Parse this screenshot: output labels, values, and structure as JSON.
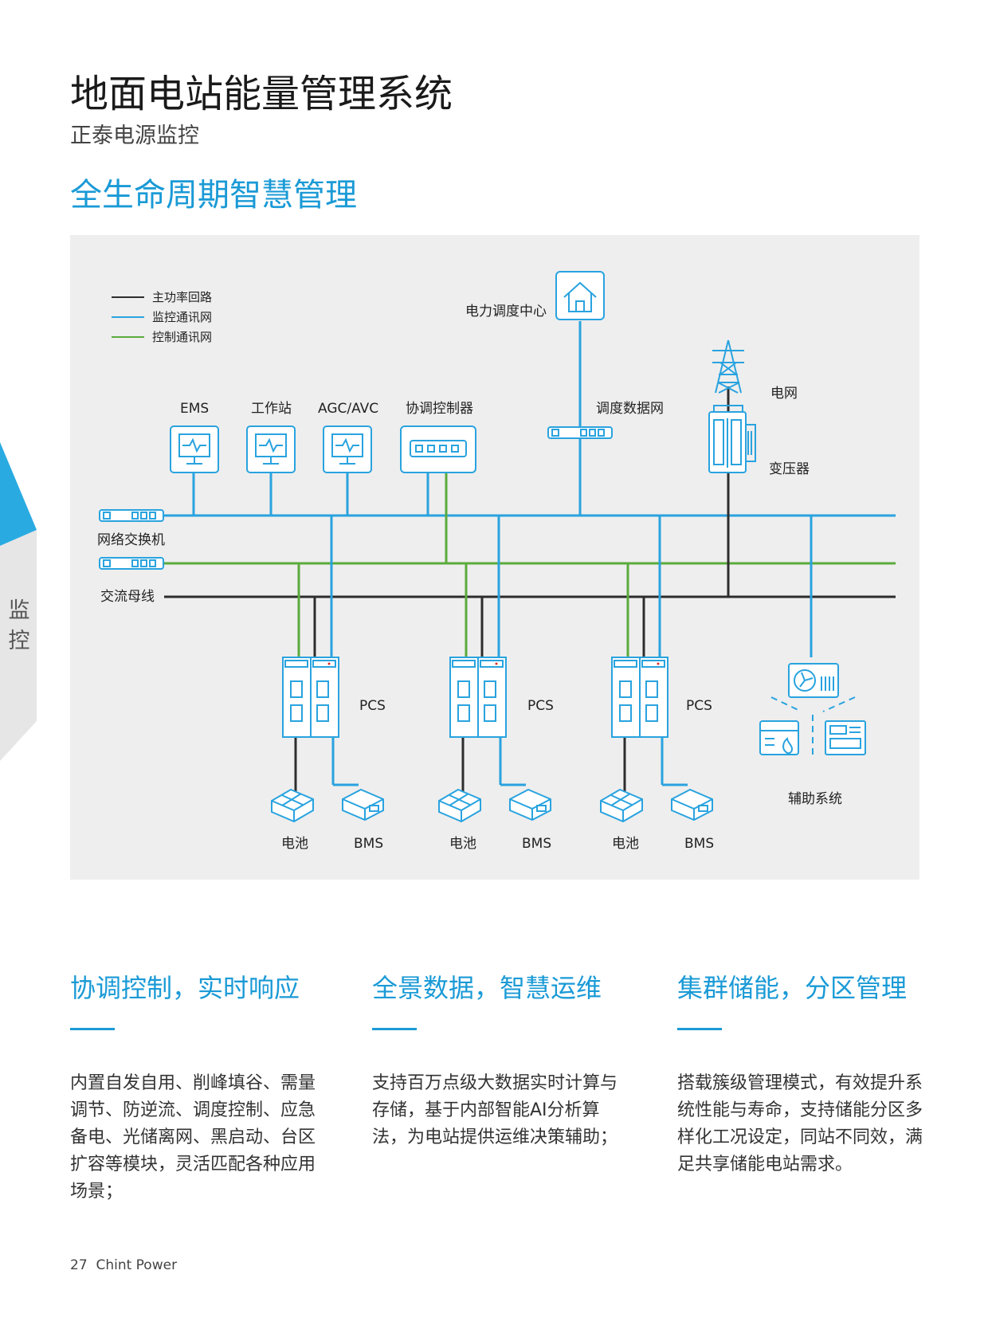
{
  "header": {
    "title": "地面电站能量管理系统",
    "subtitle": "正泰电源监控",
    "section_title": "全生命周期智慧管理"
  },
  "side_tab": {
    "label": "监控",
    "color": "#29abe2"
  },
  "colors": {
    "accent": "#1a9ad6",
    "monitor_net": "#29a3df",
    "control_net": "#5aab3c",
    "power_line": "#2d2d2d",
    "panel": "#eeeeee"
  },
  "legend": {
    "main_power": "主功率回路",
    "monitor_net": "监控通讯网",
    "control_net": "控制通讯网"
  },
  "diagram": {
    "dispatch_center": "电力调度中心",
    "grid": "电网",
    "transformer": "变压器",
    "dispatch_network": "调度数据网",
    "ems": "EMS",
    "workstation": "工作站",
    "agc_avc": "AGC/AVC",
    "coordinator": "协调控制器",
    "network_switch": "网络交换机",
    "ac_bus": "交流母线",
    "pcs_label": "PCS",
    "battery_label": "电池",
    "bms_label": "BMS",
    "auxiliary": "辅助系统"
  },
  "features": [
    {
      "title": "协调控制，实时响应",
      "body": "内置自发自用、削峰填谷、需量调节、防逆流、调度控制、应急备电、光储离网、黑启动、台区扩容等模块，灵活匹配各种应用场景；"
    },
    {
      "title": "全景数据，智慧运维",
      "body": "支持百万点级大数据实时计算与存储，基于内部智能AI分析算法，为电站提供运维决策辅助；"
    },
    {
      "title": "集群储能，分区管理",
      "body": "搭载簇级管理模式，有效提升系统性能与寿命，支持储能分区多样化工况设定，同站不同效，满足共享储能电站需求。"
    }
  ],
  "footer": {
    "page_number": "27",
    "brand": "Chint Power"
  }
}
